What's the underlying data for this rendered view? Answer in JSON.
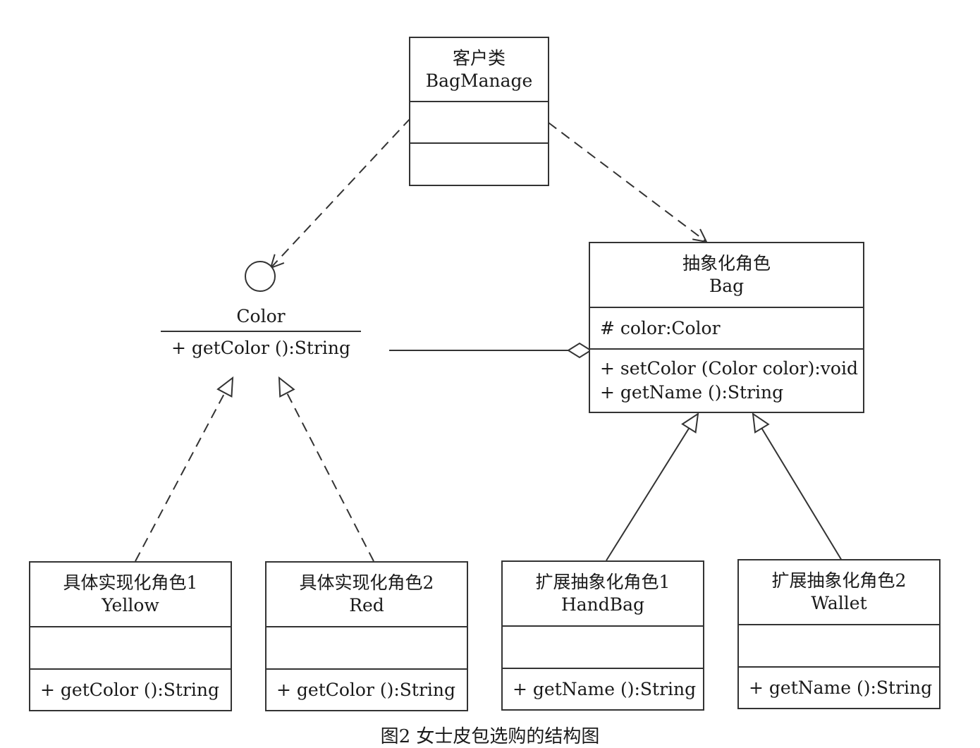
{
  "classes": {
    "bagmanage": {
      "stereotype": "客户类",
      "name": "BagManage"
    },
    "bag": {
      "stereotype": "抽象化角色",
      "name": "Bag",
      "attributes": [
        "# color:Color"
      ],
      "methods": [
        "+ setColor (Color color):void",
        "+ getName ():String"
      ]
    },
    "yellow": {
      "stereotype": "具体实现化角色1",
      "name": "Yellow",
      "methods": [
        "+ getColor ():String"
      ]
    },
    "red": {
      "stereotype": "具体实现化角色2",
      "name": "Red",
      "methods": [
        "+ getColor ():String"
      ]
    },
    "handbag": {
      "stereotype": "扩展抽象化角色1",
      "name": "HandBag",
      "methods": [
        "+ getName ():String"
      ]
    },
    "wallet": {
      "stereotype": "扩展抽象化角色2",
      "name": "Wallet",
      "methods": [
        "+ getName ():String"
      ]
    }
  },
  "interface_color": {
    "name": "Color",
    "methods": [
      "+ getColor ():String"
    ]
  },
  "caption": "图2 女士皮包选购的结构图",
  "colors": {
    "line": "#333333",
    "text": "#1a1a1a",
    "background": "#ffffff"
  }
}
